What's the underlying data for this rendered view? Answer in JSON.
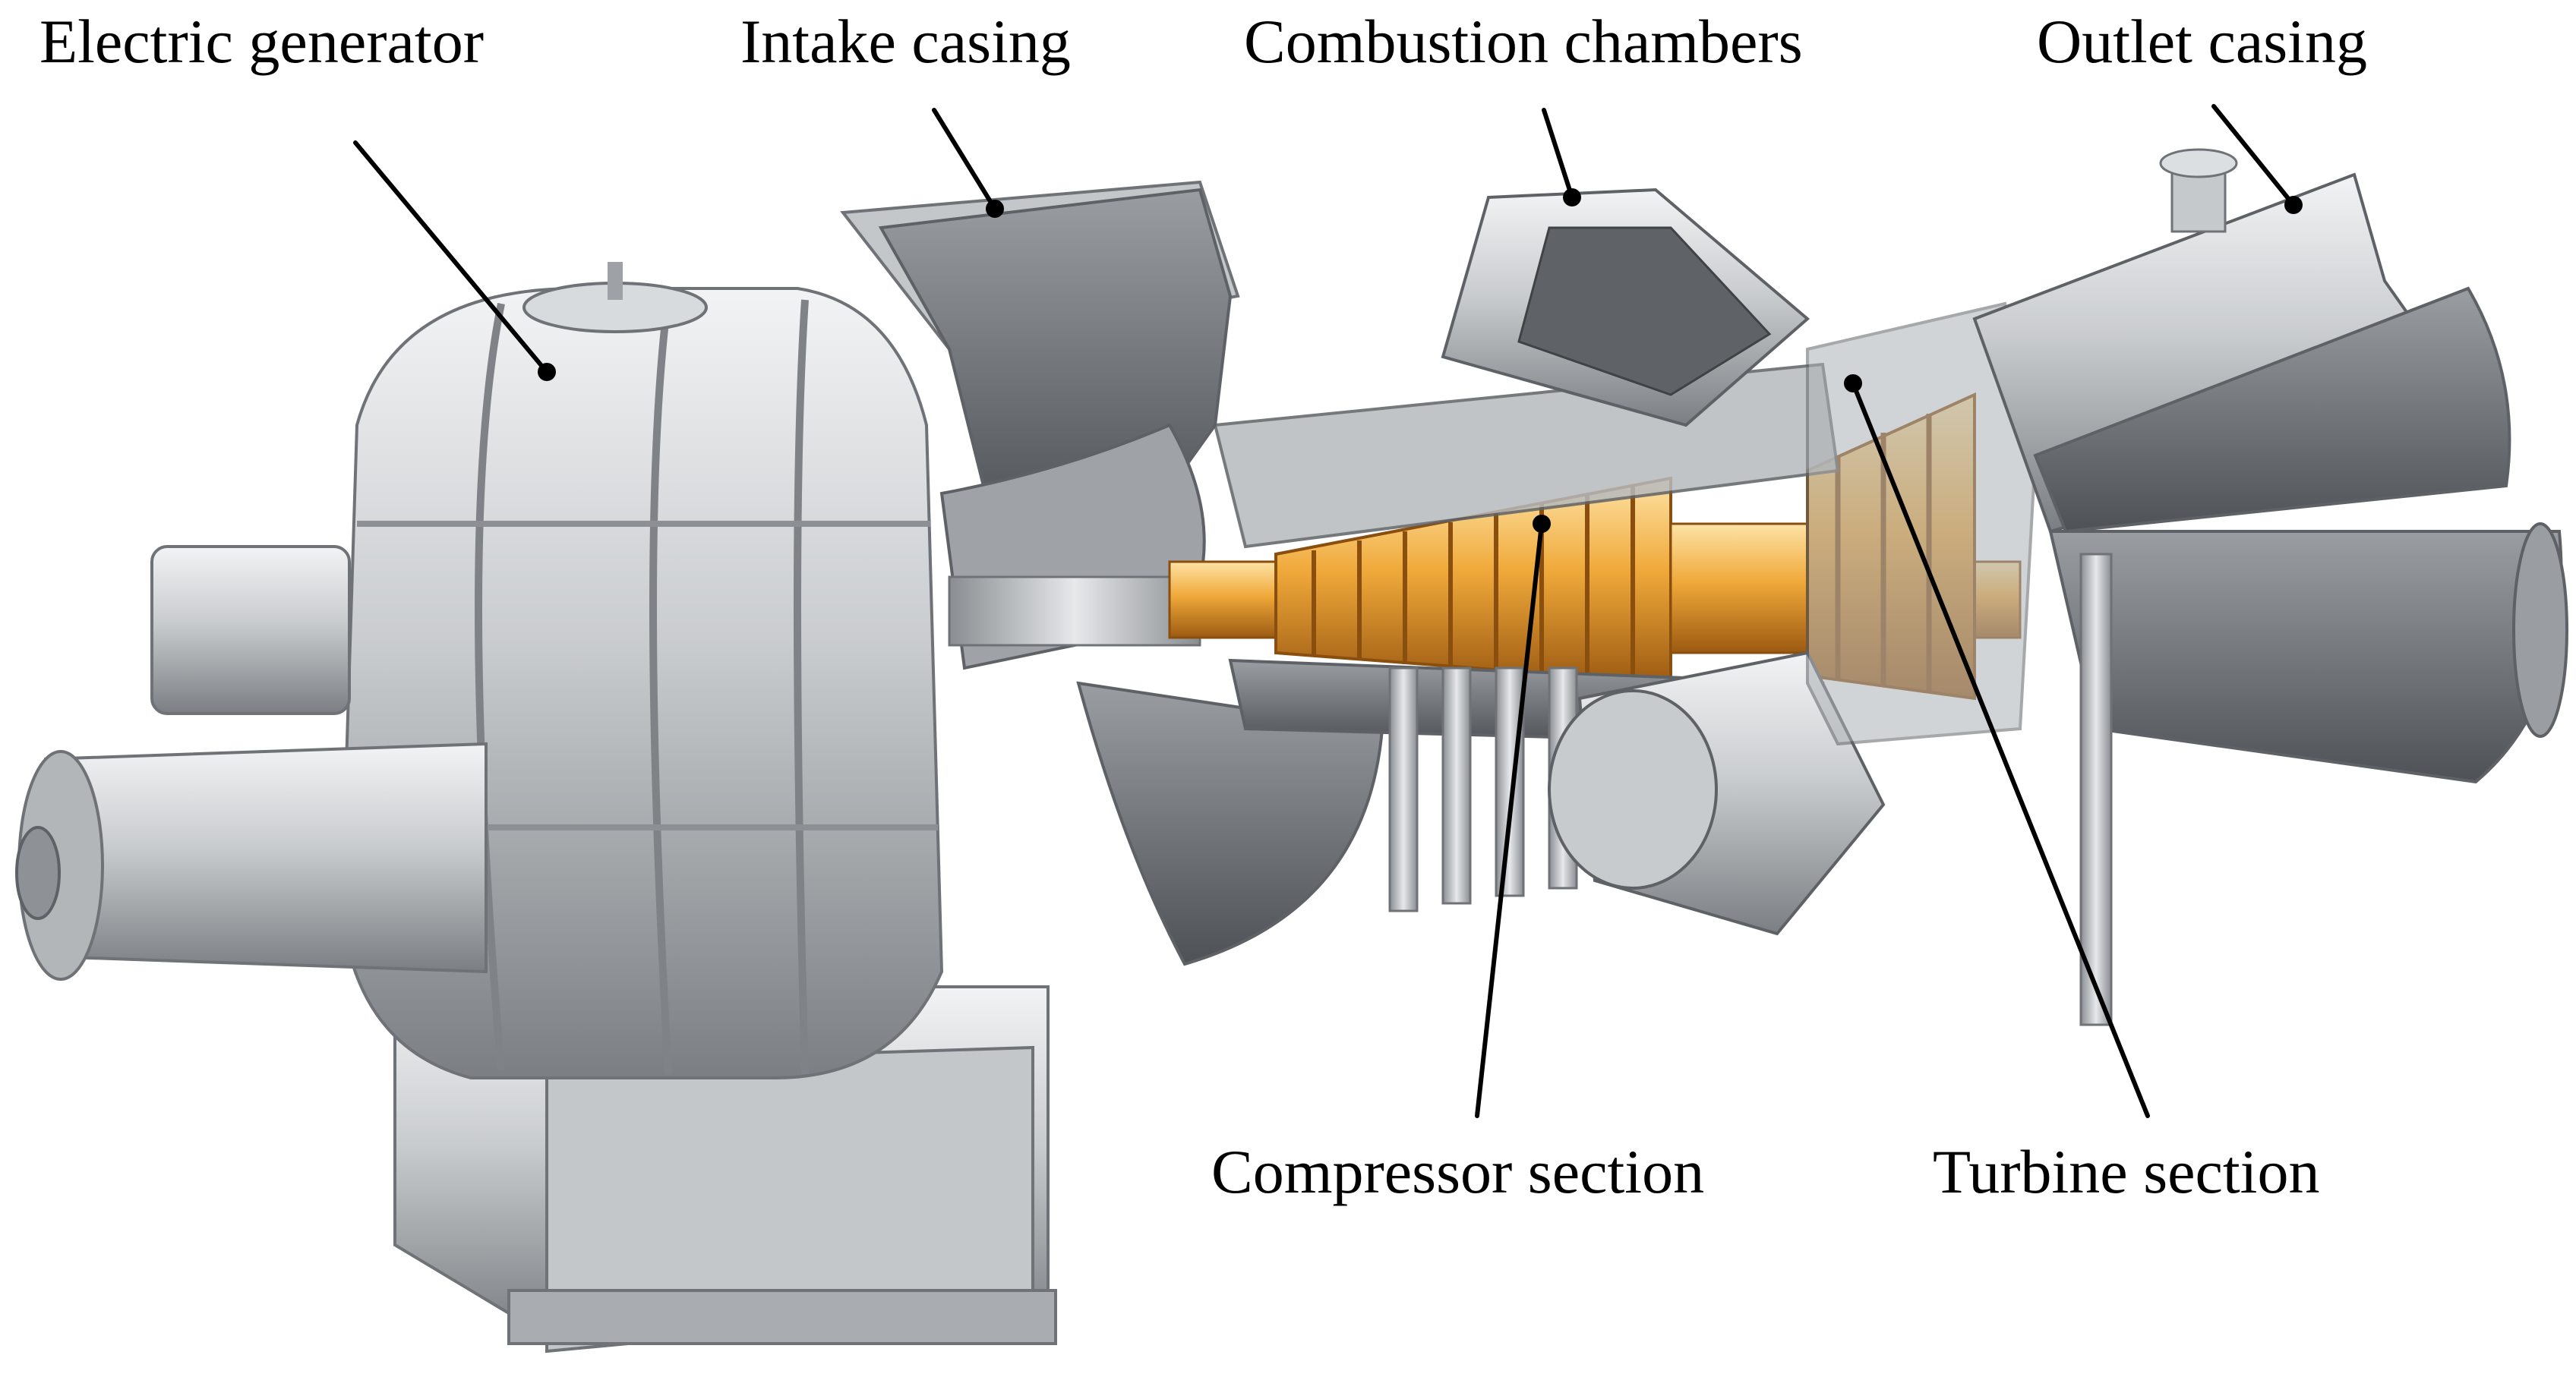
{
  "labels": {
    "electric_generator": "Electric generator",
    "intake_casing": "Intake casing",
    "combustion_chambers": "Combustion chambers",
    "outlet_casing": "Outlet casing",
    "compressor_section": "Compressor section",
    "turbine_section": "Turbine section"
  },
  "colors": {
    "background": "#ffffff",
    "text": "#000000",
    "leader_lines": "#000000",
    "casing_metal": "#b9bcbf",
    "casing_dark": "#6e7275",
    "rotor_gold": "#e8a33a"
  }
}
